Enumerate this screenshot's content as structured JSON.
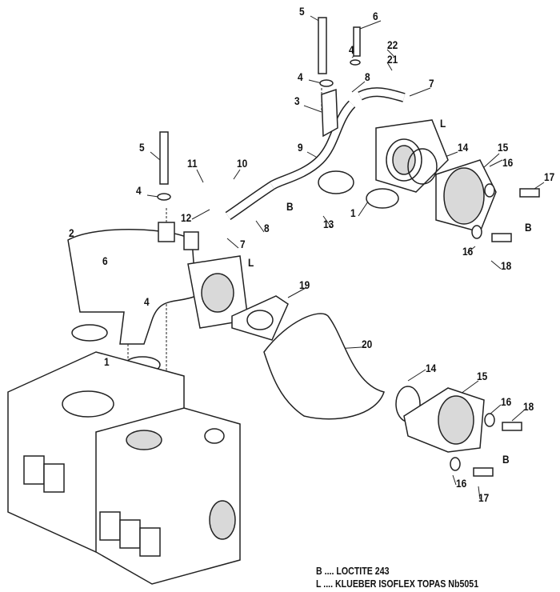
{
  "callouts": [
    "5",
    "6",
    "4",
    "22",
    "21",
    "8",
    "4",
    "7",
    "3",
    "L",
    "9",
    "14",
    "15",
    "5",
    "11",
    "10",
    "4",
    "16",
    "17",
    "B",
    "13",
    "1",
    "12",
    "8",
    "B",
    "2",
    "7",
    "16",
    "18",
    "6",
    "L",
    "19",
    "4",
    "20",
    "1",
    "14",
    "15",
    "16",
    "18",
    "B",
    "16",
    "17"
  ],
  "legend": {
    "b": "B .... LOCTITE 243",
    "l": "L .... KLUEBER ISOFLEX TOPAS Nb5051"
  },
  "colors": {
    "line": "#222222",
    "fill": "#ffffff",
    "shade": "#d9d9d9"
  }
}
